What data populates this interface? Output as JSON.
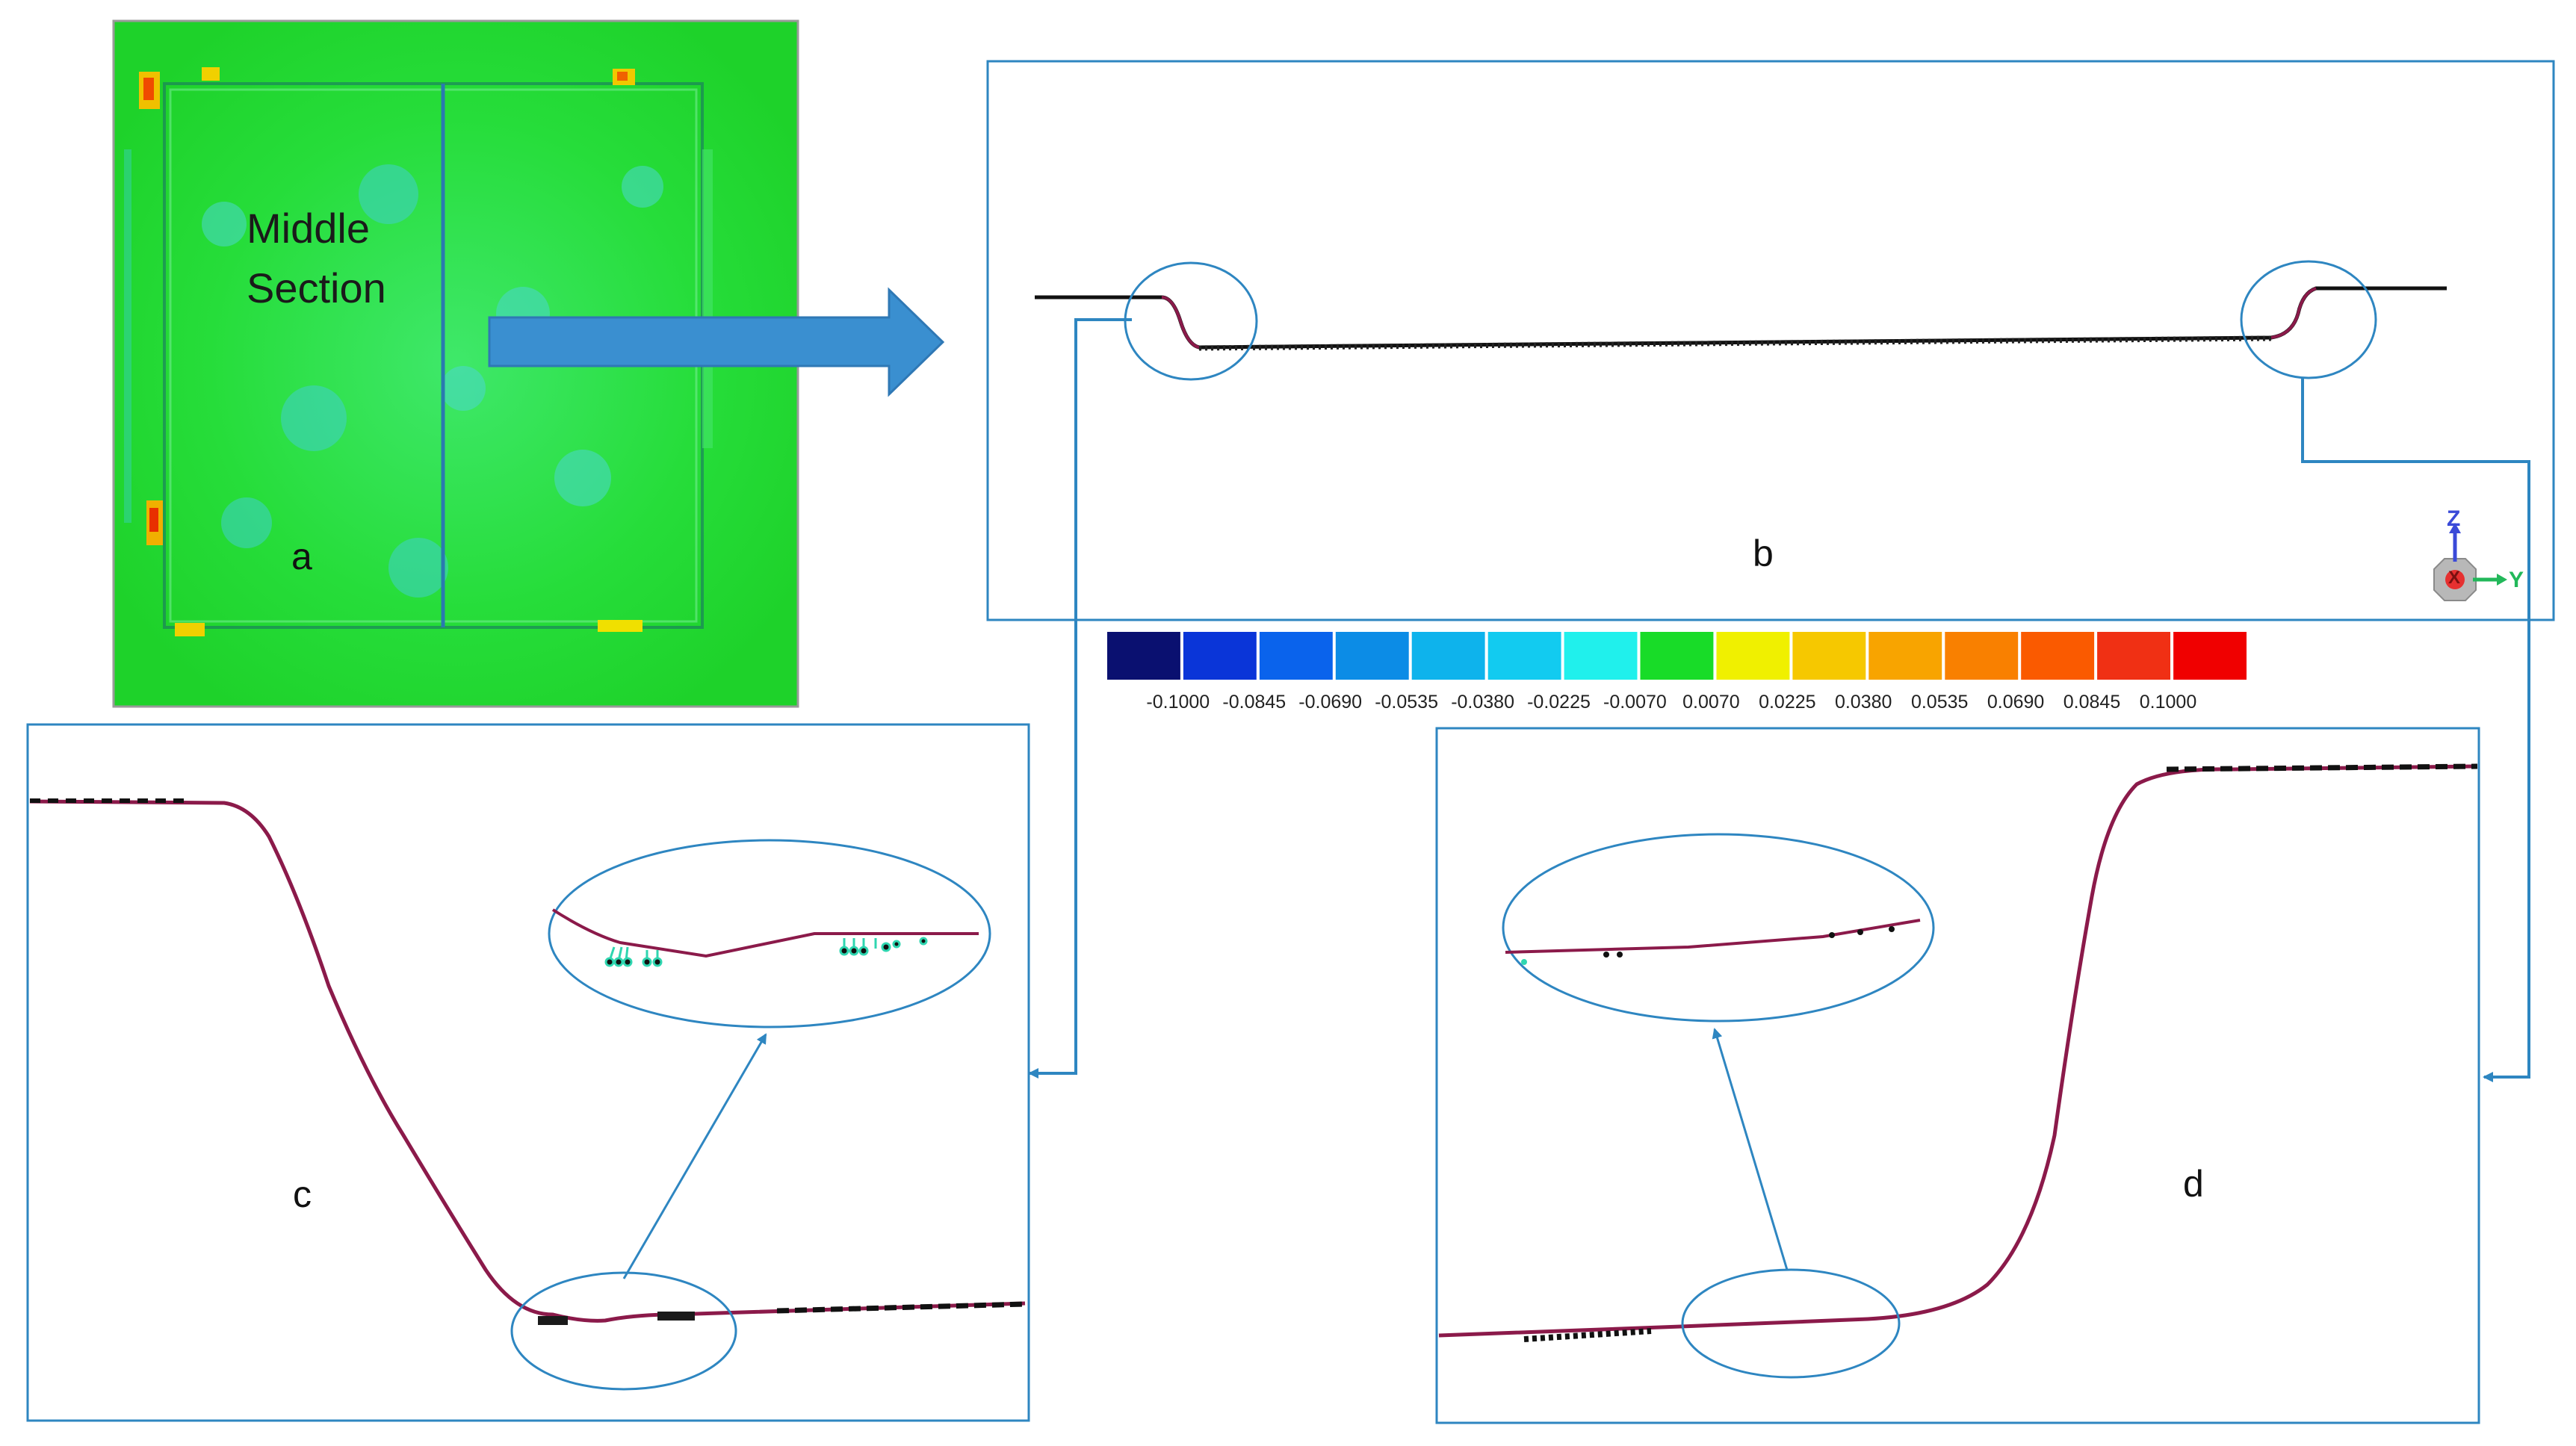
{
  "panel_a": {
    "letter": "a",
    "title_line1": "Middle",
    "title_line2": "Section"
  },
  "panel_b": {
    "letter": "b"
  },
  "panel_c": {
    "letter": "c"
  },
  "panel_d": {
    "letter": "d"
  },
  "axis_triad": {
    "z": "Z",
    "y": "Y",
    "x": "X",
    "icon": "axis-triad-icon"
  },
  "color_scale": {
    "colors": [
      "#0a1070",
      "#0a35d8",
      "#0a63ec",
      "#0c8ce6",
      "#0eb3ec",
      "#12cbf0",
      "#20f0ec",
      "#18dc28",
      "#f0f000",
      "#f6c800",
      "#f8a400",
      "#f98000",
      "#fa5a00",
      "#f03014",
      "#f00000"
    ],
    "tick_labels": [
      "-0.1000",
      "-0.0845",
      "-0.0690",
      "-0.0535",
      "-0.0380",
      "-0.0225",
      "-0.0070",
      "0.0070",
      "0.0225",
      "0.0380",
      "0.0535",
      "0.0690",
      "0.0845",
      "0.1000"
    ]
  },
  "style": {
    "profile_color": "#8b1a4a",
    "frame_color": "#2e86c1",
    "arrow_color": "#2e86c1",
    "deviation_map_color": "#22dd22"
  }
}
